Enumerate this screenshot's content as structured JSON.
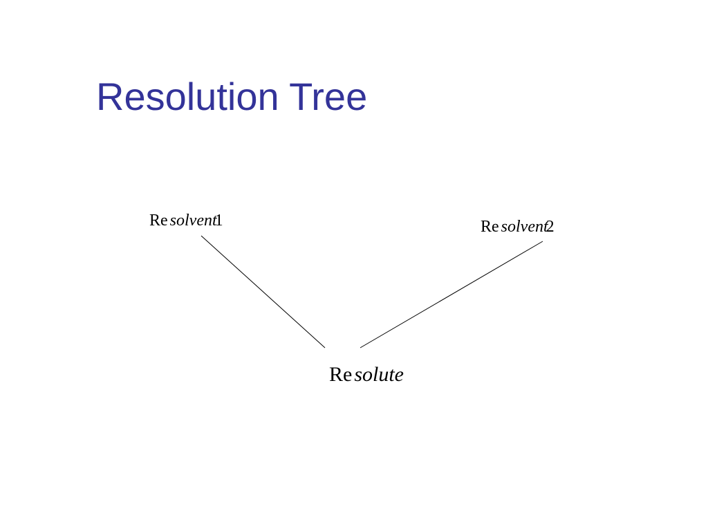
{
  "slide": {
    "title": "Resolution Tree",
    "title_color": "#333399"
  },
  "tree": {
    "nodes": [
      {
        "id": "resolvent1",
        "prefix": "Re",
        "word": "solvent",
        "index": "1"
      },
      {
        "id": "resolvent2",
        "prefix": "Re",
        "word": "solvent",
        "index": "2"
      },
      {
        "id": "resolute",
        "prefix": "Re",
        "word": "solute",
        "index": ""
      }
    ],
    "edges": [
      {
        "from": "resolvent1",
        "to": "resolute"
      },
      {
        "from": "resolvent2",
        "to": "resolute"
      }
    ],
    "line_color": "#000000"
  }
}
